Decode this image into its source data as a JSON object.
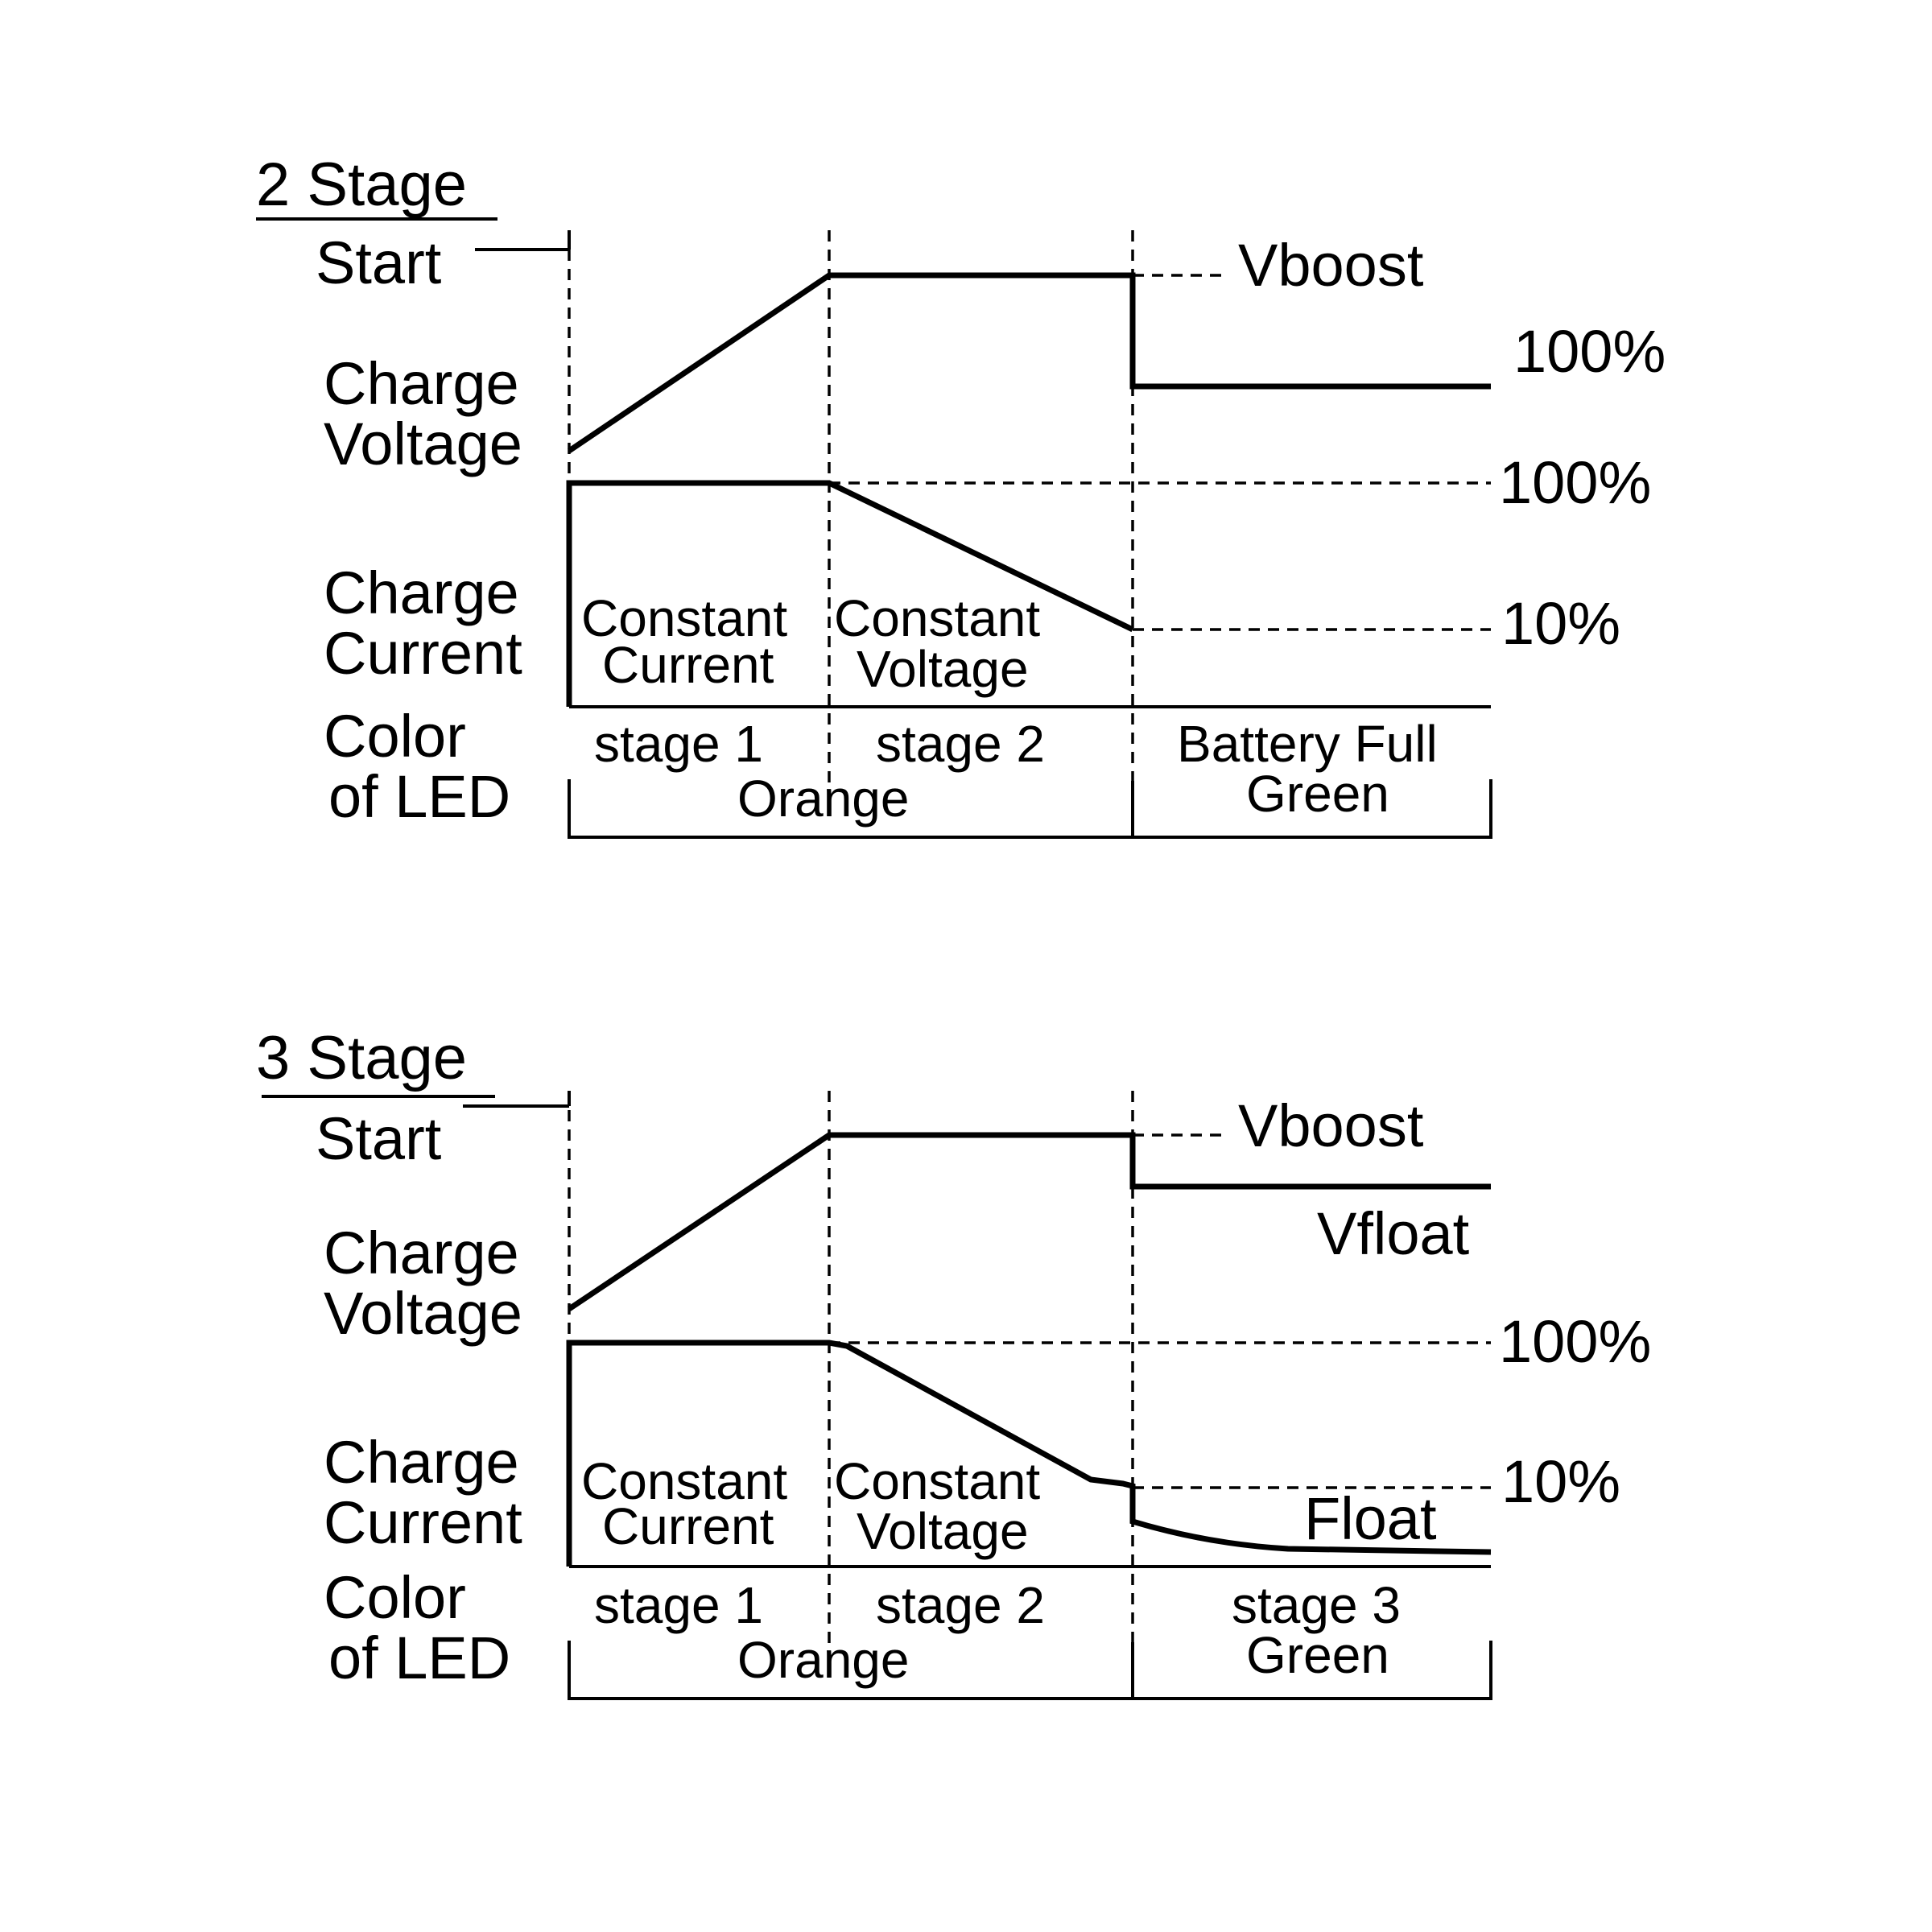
{
  "two_stage": {
    "title": "2 Stage",
    "start_label": "Start",
    "charge_voltage_line1": "Charge",
    "charge_voltage_line2": "Voltage",
    "charge_current_line1": "Charge",
    "charge_current_line2": "Current",
    "led_line1": "Color",
    "led_line2": "of LED",
    "vboost": "Vboost",
    "voltage_end_label": "100%",
    "current_top_label": "100%",
    "current_low_label": "10%",
    "region1_line1": "Constant",
    "region1_line2": "Current",
    "region2_line1": "Constant",
    "region2_line2": "Voltage",
    "stage1": "stage 1",
    "stage2": "stage 2",
    "stage3": "Battery Full",
    "orange": "Orange",
    "green": "Green"
  },
  "three_stage": {
    "title": "3 Stage",
    "start_label": "Start",
    "charge_voltage_line1": "Charge",
    "charge_voltage_line2": "Voltage",
    "charge_current_line1": "Charge",
    "charge_current_line2": "Current",
    "led_line1": "Color",
    "led_line2": "of LED",
    "vboost": "Vboost",
    "vfloat": "Vfloat",
    "current_top_label": "100%",
    "current_low_label": "10%",
    "float_label": "Float",
    "region1_line1": "Constant",
    "region1_line2": "Current",
    "region2_line1": "Constant",
    "region2_line2": "Voltage",
    "stage1": "stage 1",
    "stage2": "stage 2",
    "stage3": "stage 3",
    "orange": "Orange",
    "green": "Green"
  }
}
